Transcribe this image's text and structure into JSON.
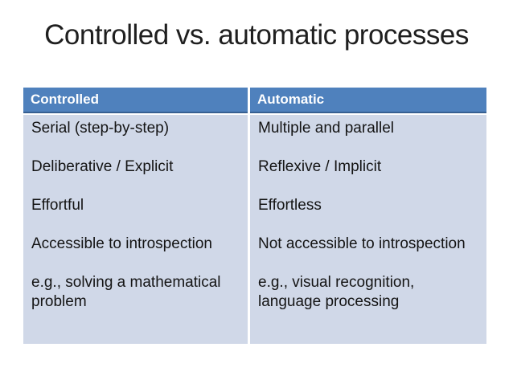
{
  "slide": {
    "title": "Controlled vs. automatic processes"
  },
  "table": {
    "columns": [
      {
        "header": "Controlled",
        "items": [
          "Serial (step-by-step)",
          "Deliberative / Explicit",
          "Effortful",
          "Accessible to introspection",
          "e.g., solving a mathematical\nproblem"
        ]
      },
      {
        "header": "Automatic",
        "items": [
          "Multiple and parallel",
          "Reflexive / Implicit",
          "Effortless",
          "Not accessible to introspection",
          "e.g., visual recognition,\nlanguage processing"
        ]
      }
    ]
  },
  "colors": {
    "header_bg": "#4F81BD",
    "header_rule": "#365F91",
    "body_bg": "#D0D8E8",
    "body_text": "#141414",
    "title_text": "#1F1F1F",
    "divider": "#FFFFFF",
    "slide_bg": "#FFFFFF"
  }
}
